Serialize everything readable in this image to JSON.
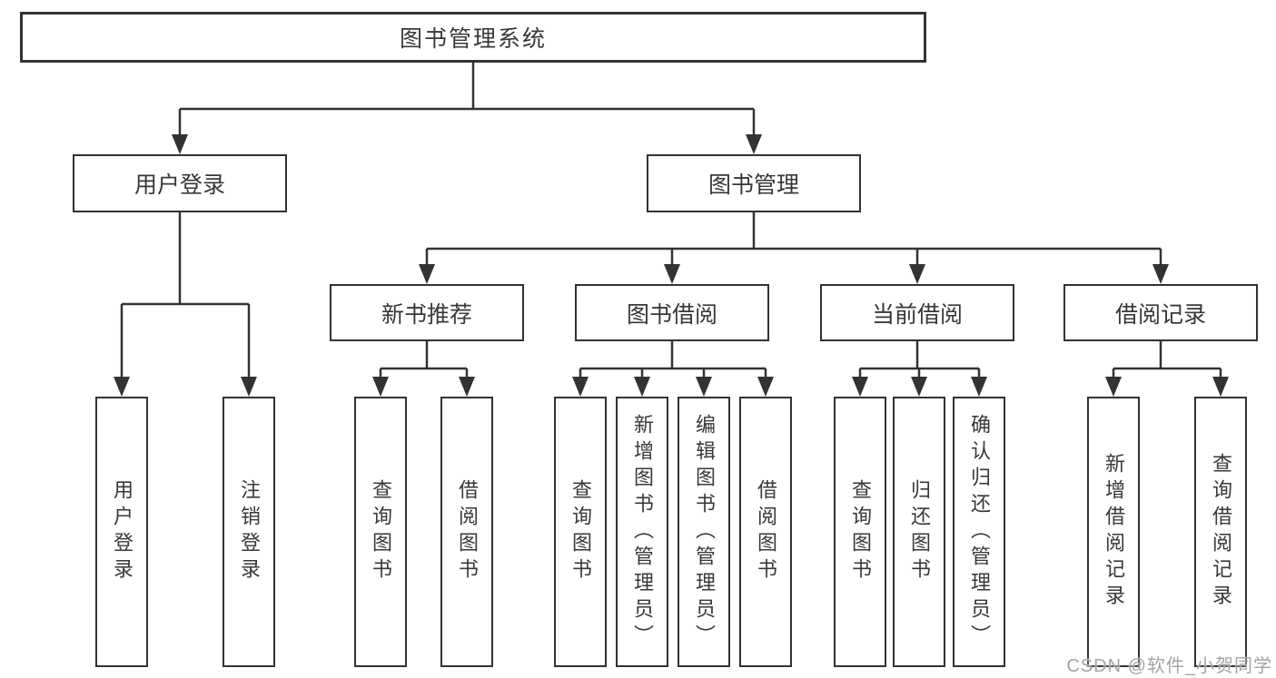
{
  "diagram": {
    "root": {
      "label": "图书管理系统"
    },
    "level2": [
      {
        "label": "用户登录"
      },
      {
        "label": "图书管理"
      }
    ],
    "level3": [
      {
        "label": "新书推荐"
      },
      {
        "label": "图书借阅"
      },
      {
        "label": "当前借阅"
      },
      {
        "label": "借阅记录"
      }
    ],
    "leaves": {
      "user_login": [
        {
          "label": "用户登录"
        },
        {
          "label": "注销登录"
        }
      ],
      "new_books": [
        {
          "label": "查询图书"
        },
        {
          "label": "借阅图书"
        }
      ],
      "book_borrow": [
        {
          "label": "查询图书"
        },
        {
          "label": "新增图书（管理员）"
        },
        {
          "label": "编辑图书（管理员）"
        },
        {
          "label": "借阅图书"
        }
      ],
      "current_borrow": [
        {
          "label": "查询图书"
        },
        {
          "label": "归还图书"
        },
        {
          "label": "确认归还（管理员）"
        }
      ],
      "borrow_records": [
        {
          "label": "新增借阅记录"
        },
        {
          "label": "查询借阅记录"
        }
      ]
    }
  },
  "watermark": {
    "text": "CSDN @软件_小贺同学"
  },
  "colors": {
    "line": "#333333",
    "box_border": "#323232",
    "text": "#383838",
    "watermark": "#a3a3a3",
    "background": "#ffffff"
  }
}
